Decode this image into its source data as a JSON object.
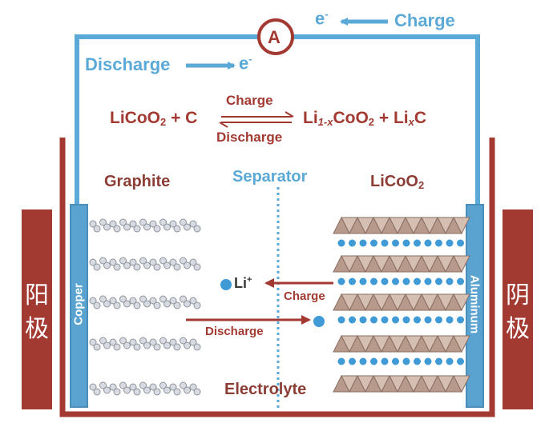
{
  "circuit": {
    "ammeter_symbol": "A",
    "charge_label": "Charge",
    "discharge_label": "Discharge",
    "electron": "e",
    "electron_charge": "-"
  },
  "equation": {
    "left_part1": "LiCoO",
    "left_sub": "2",
    "left_part2": " + C",
    "right_part1": "Li",
    "right_sub1": "1-x",
    "right_part2": "CoO",
    "right_sub2": "2",
    "right_part3": " + Li",
    "right_sub3": "x",
    "right_part4": "C",
    "arrow_top": "Charge",
    "arrow_bottom": "Discharge"
  },
  "cell": {
    "anode_material": "Graphite",
    "separator": "Separator",
    "cathode_material_part1": "LiCoO",
    "cathode_material_sub": "2",
    "electrolyte": "Electrolyte",
    "anode_collector": "Copper",
    "cathode_collector": "Aluminum",
    "ion_label": "Li",
    "ion_charge": "+",
    "charge_arrow": "Charge",
    "discharge_arrow": "Discharge"
  },
  "electrodes": {
    "anode_char1": "阳",
    "anode_char2": "极",
    "cathode_char1": "阴",
    "cathode_char2": "极"
  },
  "colors": {
    "wire": "#5ba9d6",
    "container": "#a33a32",
    "collector": "#5aa3d0",
    "text_red": "#a33a32",
    "text_blue": "#5ba9d6"
  }
}
